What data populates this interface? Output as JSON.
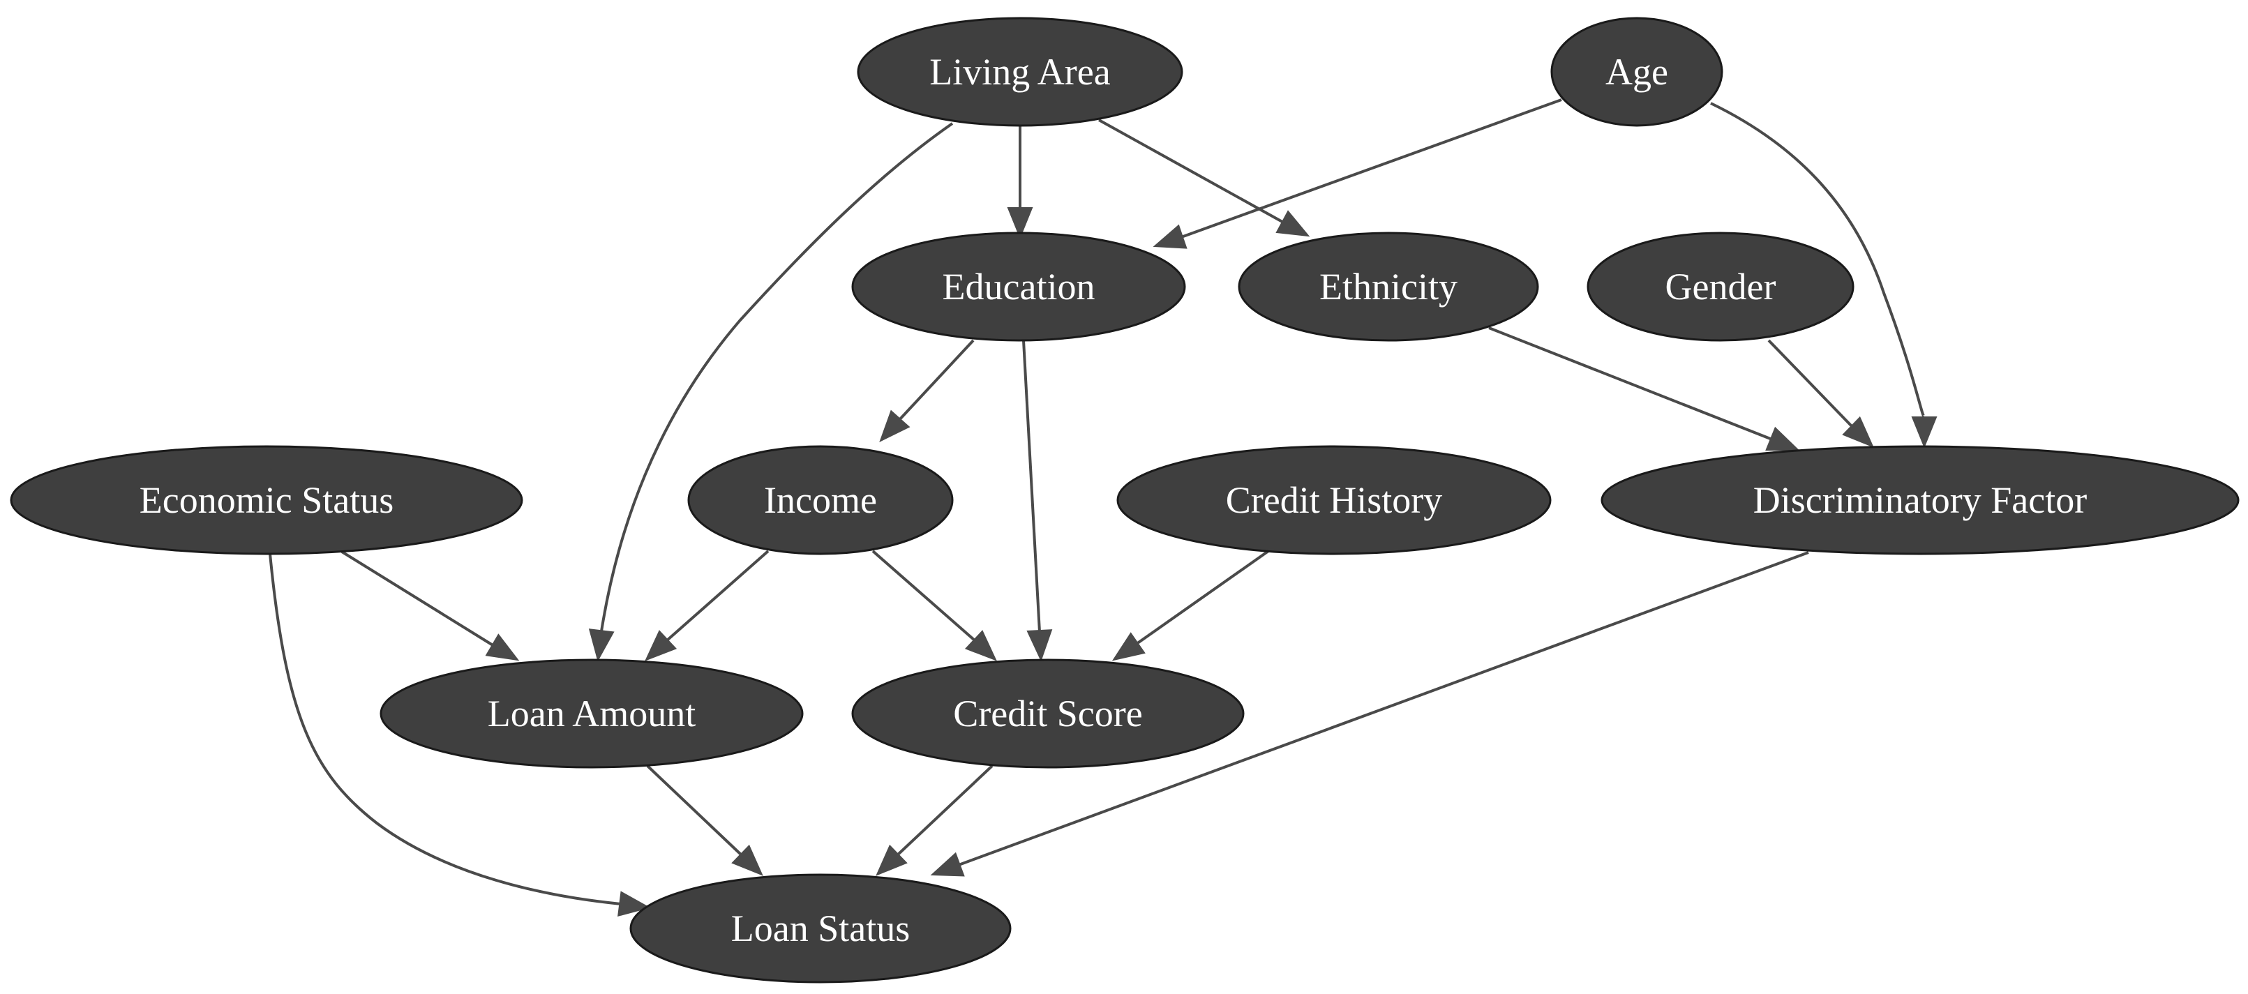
{
  "colors": {
    "node_fill": "#3f3f3f",
    "node_stroke": "#1a1a1a",
    "edge": "#4a4a4a",
    "label": "#ffffff",
    "background": "#ffffff"
  },
  "nodes": [
    {
      "id": "living_area",
      "label": "Living Area"
    },
    {
      "id": "age",
      "label": "Age"
    },
    {
      "id": "education",
      "label": "Education"
    },
    {
      "id": "ethnicity",
      "label": "Ethnicity"
    },
    {
      "id": "gender",
      "label": "Gender"
    },
    {
      "id": "economic_status",
      "label": "Economic Status"
    },
    {
      "id": "income",
      "label": "Income"
    },
    {
      "id": "credit_history",
      "label": "Credit History"
    },
    {
      "id": "discriminatory_factor",
      "label": "Discriminatory Factor"
    },
    {
      "id": "loan_amount",
      "label": "Loan Amount"
    },
    {
      "id": "credit_score",
      "label": "Credit Score"
    },
    {
      "id": "loan_status",
      "label": "Loan Status"
    }
  ],
  "edges": [
    {
      "from": "living_area",
      "to": "education"
    },
    {
      "from": "living_area",
      "to": "ethnicity"
    },
    {
      "from": "living_area",
      "to": "loan_amount"
    },
    {
      "from": "age",
      "to": "education"
    },
    {
      "from": "age",
      "to": "discriminatory_factor"
    },
    {
      "from": "education",
      "to": "income"
    },
    {
      "from": "education",
      "to": "credit_score"
    },
    {
      "from": "ethnicity",
      "to": "discriminatory_factor"
    },
    {
      "from": "gender",
      "to": "discriminatory_factor"
    },
    {
      "from": "economic_status",
      "to": "loan_amount"
    },
    {
      "from": "economic_status",
      "to": "loan_status"
    },
    {
      "from": "income",
      "to": "loan_amount"
    },
    {
      "from": "income",
      "to": "credit_score"
    },
    {
      "from": "credit_history",
      "to": "credit_score"
    },
    {
      "from": "discriminatory_factor",
      "to": "loan_status"
    },
    {
      "from": "loan_amount",
      "to": "loan_status"
    },
    {
      "from": "credit_score",
      "to": "loan_status"
    }
  ]
}
